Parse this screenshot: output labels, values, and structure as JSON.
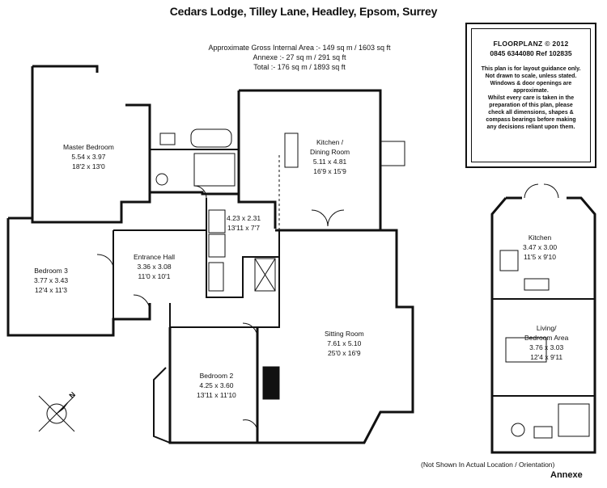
{
  "header": {
    "title": "Cedars Lodge, Tilley Lane, Headley, Epsom, Surrey",
    "areas": [
      "Approximate Gross Internal Area :- 149 sq m / 1603 sq ft",
      "Annexe :- 27 sq m / 291 sq ft",
      "Total :- 176 sq m / 1893 sq ft"
    ]
  },
  "info_box": {
    "brand": "FLOORPLANZ © 2012",
    "phone": "0845 6344080   Ref  102835",
    "disclaimer": [
      "This plan is for layout guidance only.",
      "Not drawn to scale, unless stated.",
      "Windows & door openings are",
      "approximate.",
      "Whilst every care is taken in the",
      "preparation of this plan, please",
      "check all dimensions, shapes &",
      "compass bearings before making",
      "any decisions reliant upon them."
    ]
  },
  "rooms": {
    "master_bedroom": {
      "name": "Master Bedroom",
      "metric": "5.54 x 3.97",
      "imperial": "18'2 x 13'0"
    },
    "kitchen_dining": {
      "name": "Kitchen /",
      "name2": "Dining Room",
      "metric": "5.11 x 4.81",
      "imperial": "16'9 x 15'9"
    },
    "utility": {
      "metric": "4.23 x 2.31",
      "imperial": "13'11 x 7'7"
    },
    "bedroom3": {
      "name": "Bedroom 3",
      "metric": "3.77 x 3.43",
      "imperial": "12'4 x 11'3"
    },
    "entrance_hall": {
      "name": "Entrance Hall",
      "metric": "3.36 x 3.08",
      "imperial": "11'0 x 10'1"
    },
    "sitting_room": {
      "name": "Sitting Room",
      "metric": "7.61 x 5.10",
      "imperial": "25'0 x 16'9"
    },
    "bedroom2": {
      "name": "Bedroom 2",
      "metric": "4.25 x 3.60",
      "imperial": "13'11 x 11'10"
    },
    "annexe_kitchen": {
      "name": "Kitchen",
      "metric": "3.47 x 3.00",
      "imperial": "11'5 x 9'10"
    },
    "annexe_living": {
      "name": "Living/",
      "name2": "Bedroom Area",
      "metric": "3.76 x 3.03",
      "imperial": "12'4 x 9'11"
    }
  },
  "compass": {
    "label": "N"
  },
  "footer": {
    "note": "(Not Shown In Actual Location / Orientation)",
    "annexe_label": "Annexe"
  }
}
